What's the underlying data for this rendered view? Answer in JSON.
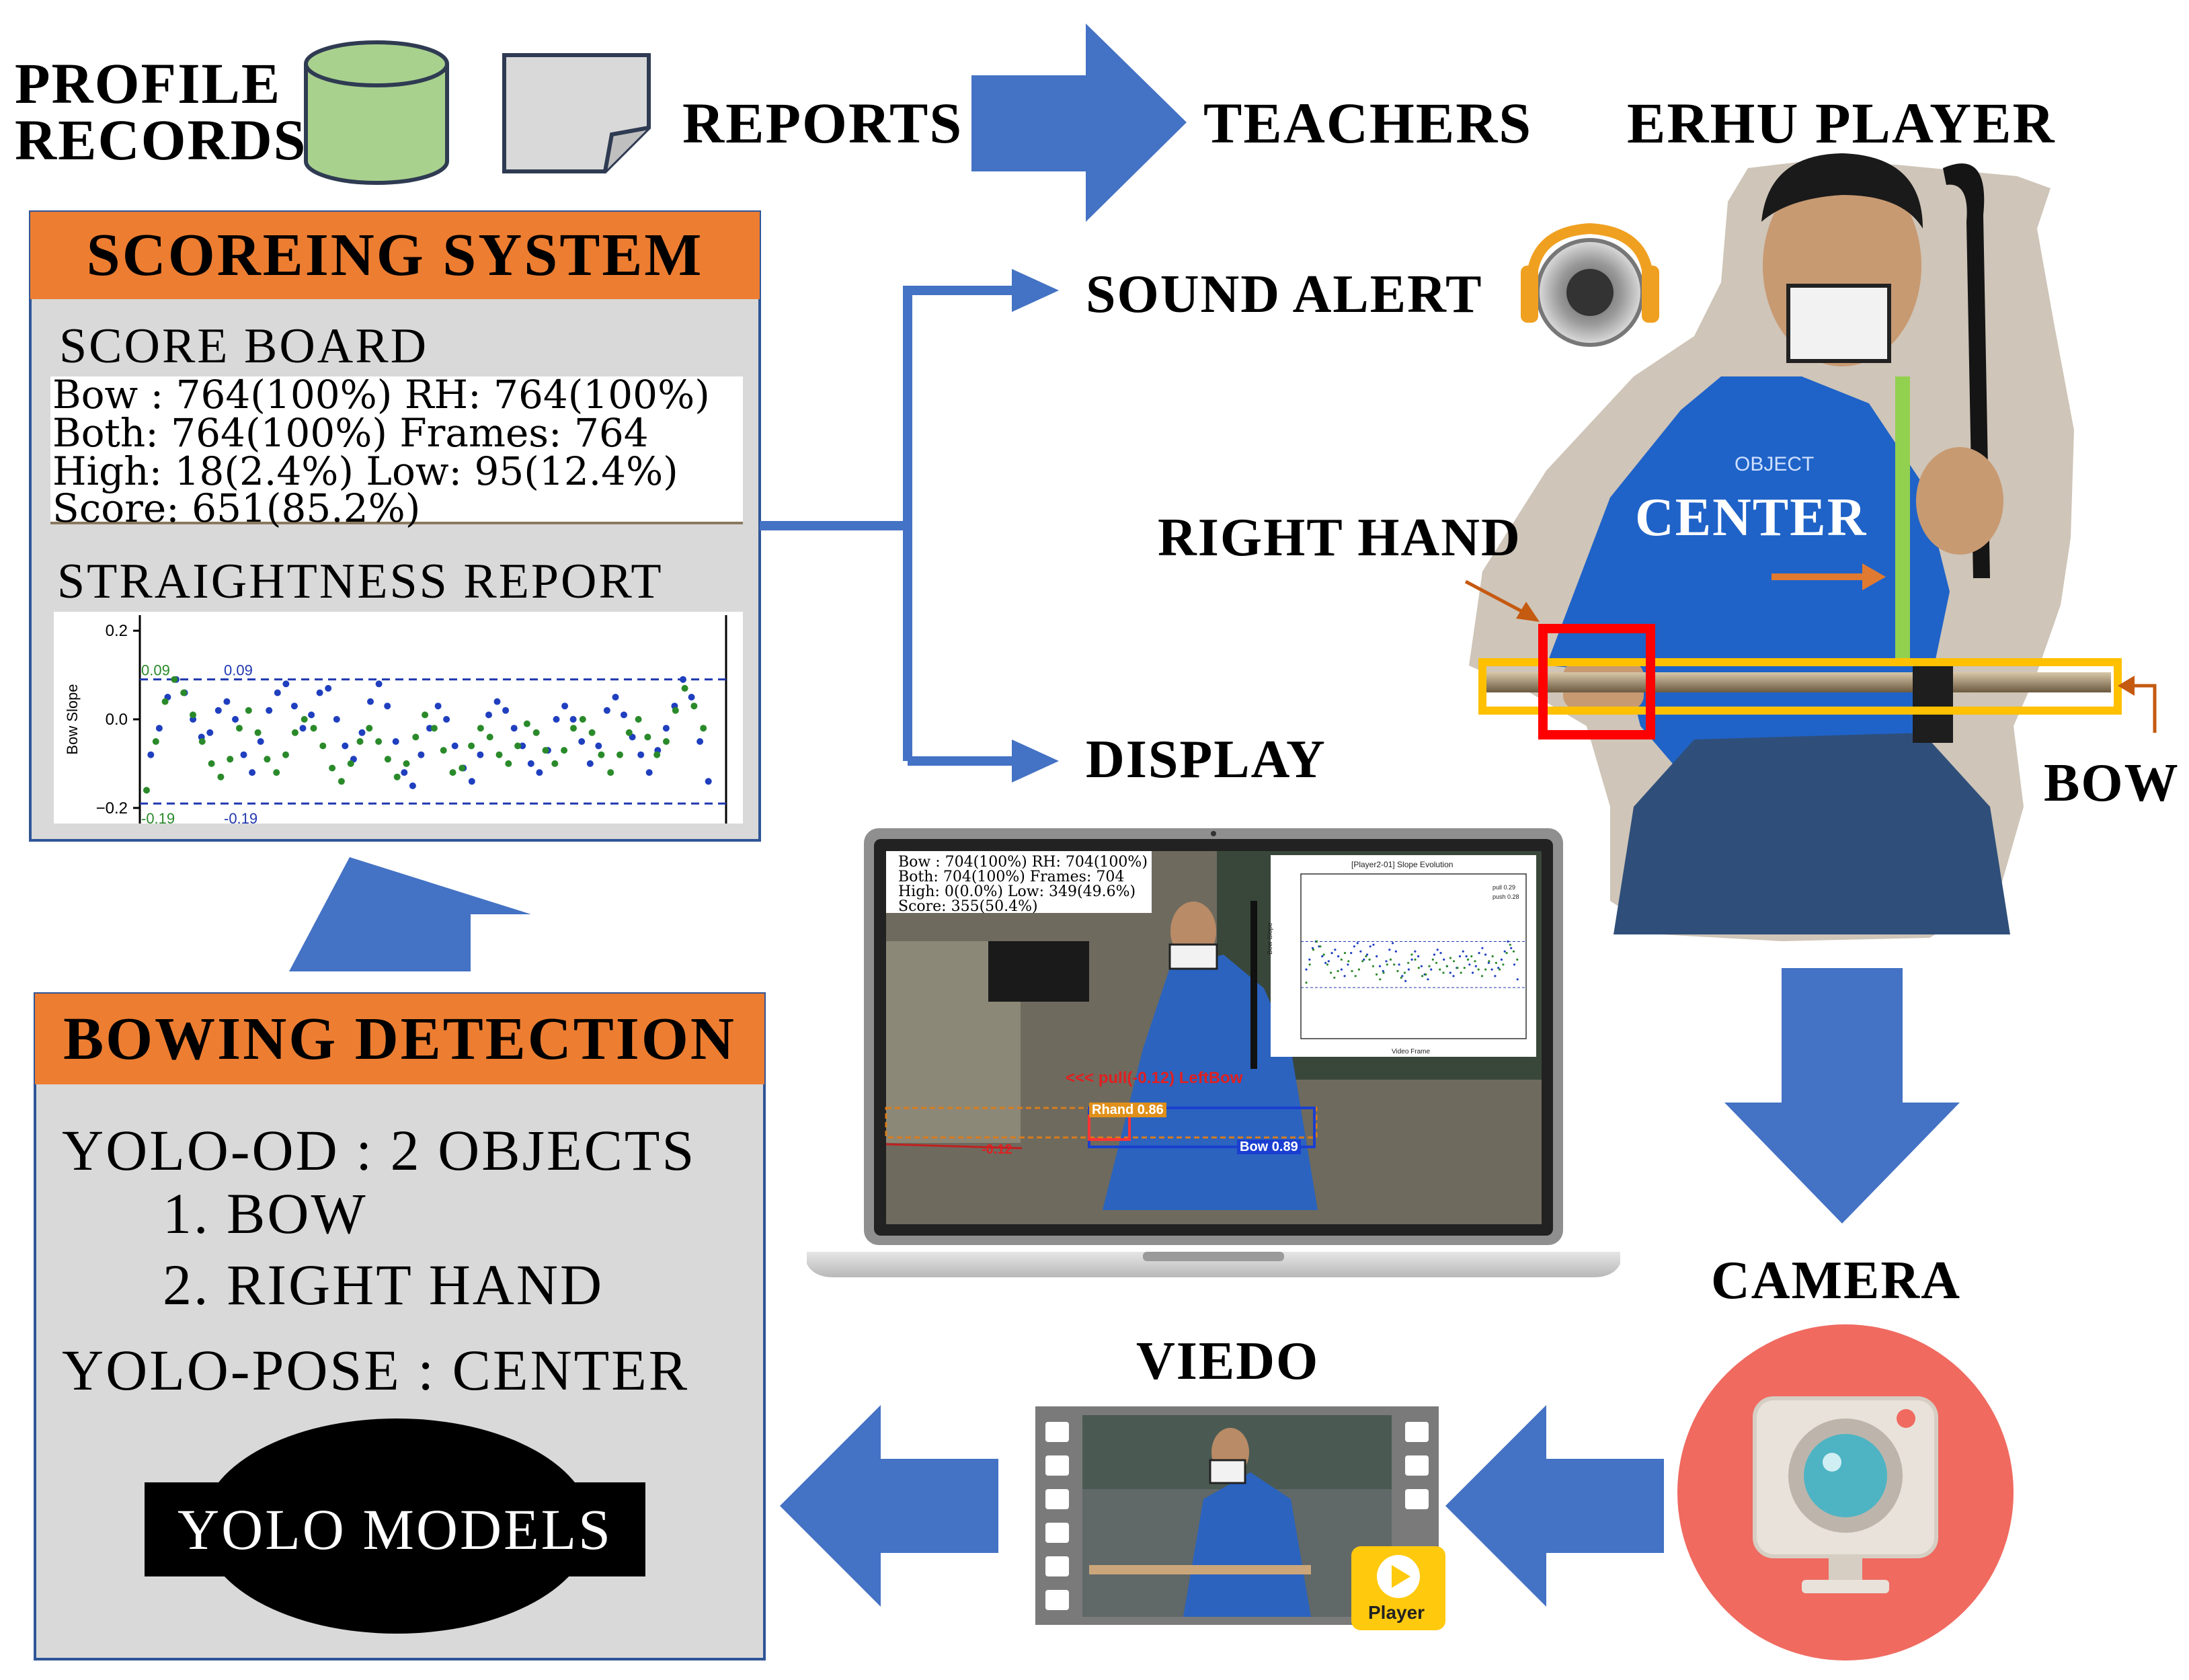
{
  "top": {
    "profile_records": "PROFILE\nRECORDS",
    "reports": "REPORTS",
    "teachers": "TEACHERS",
    "erhu_player": "ERHU PLAYER"
  },
  "scoring": {
    "title": "SCOREING SYSTEM",
    "score_board_label": "SCORE BOARD",
    "board_lines": [
      "Bow : 764(100%) RH: 764(100%)",
      "Both: 764(100%) Frames: 764",
      "High: 18(2.4%) Low: 95(12.4%)",
      "Score: 651(85.2%)"
    ],
    "straightness_label": "STRAIGHTNESS REPORT"
  },
  "chart_data": {
    "type": "line",
    "ylabel": "Bow Slope",
    "yticks": [
      "0.2",
      "0.0",
      "−0.2"
    ],
    "ylim": [
      -0.22,
      0.22
    ],
    "thresholds": [
      0.09,
      -0.19
    ],
    "annotations": {
      "upper_green": "0.09",
      "upper_blue": "0.09",
      "lower_green": "-0.19",
      "lower_blue": "-0.19"
    },
    "series": [
      {
        "color": "#1f3fbf",
        "values": [
          -0.08,
          -0.02,
          0.05,
          0.09,
          0.06,
          0.0,
          -0.04,
          -0.03,
          0.02,
          0.04,
          0.0,
          -0.08,
          -0.12,
          -0.05,
          0.02,
          0.06,
          0.08,
          0.03,
          -0.02,
          0.01,
          0.06,
          0.07,
          0.0,
          -0.06,
          -0.09,
          -0.03,
          0.04,
          0.08,
          0.03,
          -0.05,
          -0.12,
          -0.15,
          -0.08,
          -0.02,
          0.03,
          0.0,
          -0.06,
          -0.11,
          -0.14,
          -0.08,
          0.01,
          0.04,
          0.02,
          -0.02,
          -0.06,
          -0.1,
          -0.12,
          -0.07,
          0.0,
          0.03,
          0.0,
          -0.05,
          -0.1,
          -0.06,
          0.02,
          0.05,
          0.01,
          -0.04,
          -0.08,
          -0.12,
          -0.07,
          -0.02,
          0.03,
          0.09,
          0.05,
          -0.05,
          -0.14
        ]
      },
      {
        "color": "#2a8a2a",
        "values": [
          -0.16,
          -0.05,
          0.04,
          0.09,
          0.06,
          0.01,
          -0.05,
          -0.1,
          -0.13,
          -0.09,
          -0.02,
          0.02,
          -0.03,
          -0.09,
          -0.12,
          -0.08,
          -0.03,
          0.0,
          -0.02,
          -0.06,
          -0.11,
          -0.14,
          -0.1,
          -0.05,
          -0.02,
          -0.05,
          -0.09,
          -0.13,
          -0.1,
          -0.04,
          0.01,
          -0.02,
          -0.07,
          -0.12,
          -0.11,
          -0.06,
          -0.02,
          -0.04,
          -0.08,
          -0.1,
          -0.06,
          -0.01,
          -0.03,
          -0.07,
          -0.1,
          -0.07,
          -0.02,
          0.0,
          -0.03,
          -0.08,
          -0.12,
          -0.08,
          -0.03,
          0.0,
          -0.04,
          -0.08,
          -0.05,
          0.02,
          0.07,
          0.03,
          -0.02
        ]
      }
    ]
  },
  "right_col": {
    "sound_alert": "SOUND ALERT",
    "display": "DISPLAY",
    "right_hand": "RIGHT HAND",
    "center": "CENTER",
    "bow": "BOW",
    "camera": "CAMERA",
    "video": "VIEDO",
    "player_badge": "Player"
  },
  "bowing": {
    "title": "BOWING DETECTION",
    "line1": "YOLO-OD :  2 OBJECTS",
    "line2": "1. BOW",
    "line3": "2. RIGHT HAND",
    "line4": "YOLO-POSE : CENTER",
    "models": "YOLO MODELS"
  },
  "laptop": {
    "board_lines": [
      "Bow : 704(100%) RH: 704(100%)",
      "Both: 704(100%) Frames: 704",
      "High: 0(0.0%) Low: 349(49.6%)",
      "Score: 355(50.4%)"
    ],
    "overlay_text": "<<< pull(-0.12) LeftBow",
    "rhand_label": "Rhand 0.86",
    "bow_label": "Bow 0.89",
    "slope_value": "-0.12",
    "mini_chart_title": "[Player2-01] Slope Evolution",
    "mini_xlabel": "Video Frame",
    "mini_ylabel": "Bow Slope",
    "mini_legend": [
      "pull 0.29",
      "push 0.28"
    ]
  },
  "colors": {
    "arrow_blue": "#4472c4",
    "header_orange": "#ed7d31",
    "panel_grey": "#d9d9d9",
    "cylinder_green": "#a9d18e",
    "camera_red": "#f06a60",
    "bow_box": "#ffc000",
    "hand_box": "#ff0000",
    "center_line": "#92d050"
  }
}
